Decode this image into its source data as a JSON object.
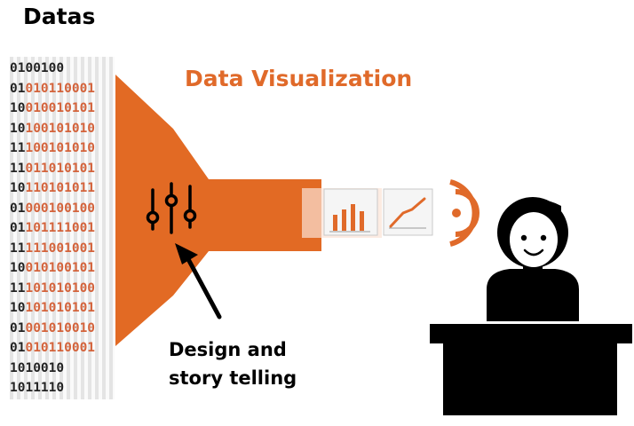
{
  "header": {
    "title": "Datas",
    "subtitle": "Data Visualization"
  },
  "binary_stream": {
    "rows": [
      {
        "black": "0100100",
        "orange": ""
      },
      {
        "black": "01",
        "orange": "010110001"
      },
      {
        "black": "10",
        "orange": "010010101"
      },
      {
        "black": "10",
        "orange": "100101010"
      },
      {
        "black": "11",
        "orange": "100101010"
      },
      {
        "black": "11",
        "orange": "011010101"
      },
      {
        "black": "10",
        "orange": "110101011"
      },
      {
        "black": "01",
        "orange": "000100100"
      },
      {
        "black": "01",
        "orange": "101111001"
      },
      {
        "black": "11",
        "orange": "111001001"
      },
      {
        "black": "10",
        "orange": "010100101"
      },
      {
        "black": "11",
        "orange": "101010100"
      },
      {
        "black": "10",
        "orange": "101010101"
      },
      {
        "black": "01",
        "orange": "001010010"
      },
      {
        "black": "01",
        "orange": "010110001"
      },
      {
        "black": "1010010",
        "orange": ""
      },
      {
        "black": "1011110",
        "orange": ""
      }
    ]
  },
  "caption": {
    "line1": "Design and",
    "line2": "story telling"
  },
  "colors": {
    "accent": "#e06a2a",
    "funnel": "#e26a24",
    "binary_orange": "#d4633b",
    "ink": "#000000"
  },
  "icons": {
    "funnel": "funnel-shape",
    "design": "sliders-icon",
    "bar_chart": "bar-chart-icon",
    "line_chart": "line-chart-icon",
    "signal": "signal-rings-icon",
    "arrow": "arrow-icon",
    "person": "person-icon",
    "desk": "desk-icon"
  }
}
